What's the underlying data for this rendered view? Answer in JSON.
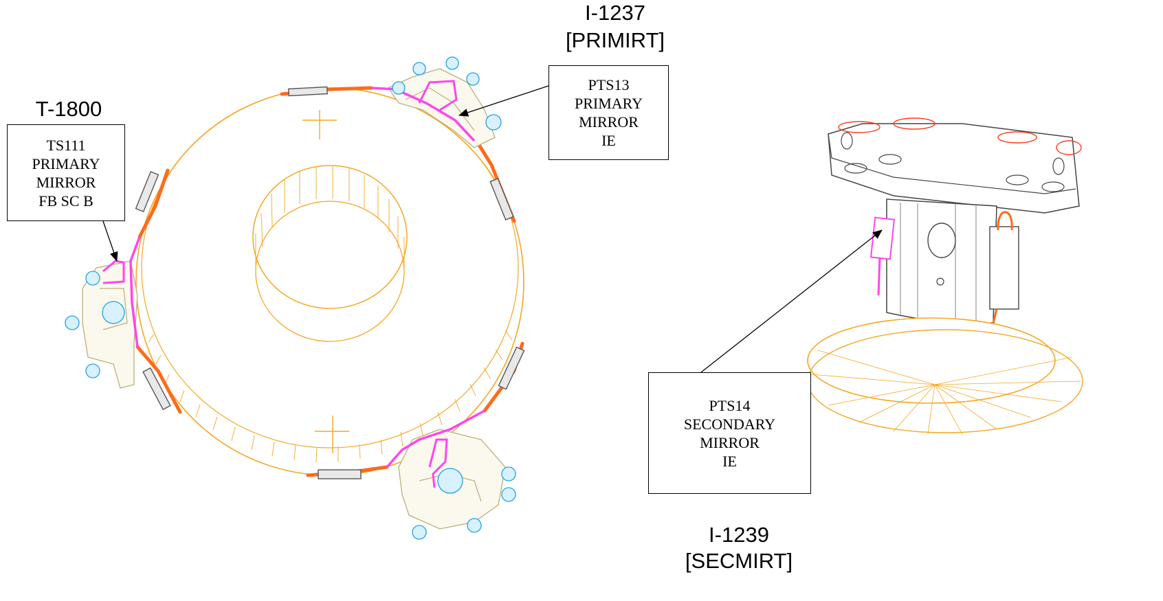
{
  "headings": {
    "t1800": "T-1800",
    "i1237_id": "I-1237",
    "i1237_tag": "[PRIMIRT]",
    "i1239_id": "I-1239",
    "i1239_tag": "[SECMIRT]"
  },
  "callouts": {
    "ts111": [
      "TS111",
      "PRIMARY",
      "MIRROR",
      "FB SC B"
    ],
    "pts13": [
      "PTS13",
      "PRIMARY",
      "MIRROR",
      "IE"
    ],
    "pts14": [
      "PTS14",
      "SECONDARY",
      "MIRROR",
      "IE"
    ]
  },
  "colors": {
    "ring": "#f5a623",
    "harness": "#ff6a1a",
    "sensor_wire": "#ff44ee",
    "fastener": "#1ea0e6",
    "bracket": "#b9b07a",
    "hardware": "#555555"
  }
}
